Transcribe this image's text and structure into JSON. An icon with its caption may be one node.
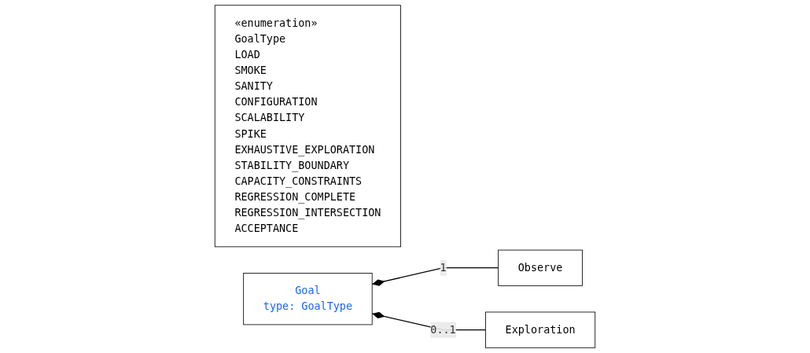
{
  "diagram": {
    "nodes": [
      {
        "text": [
          "«enumeration»",
          "GoalType",
          "LOAD",
          "SMOKE",
          "SANITY",
          "CONFIGURATION",
          "SCALABILITY",
          "SPIKE",
          "EXHAUSTIVE_EXPLORATION",
          "STABILITY_BOUNDARY",
          "CAPACITY_CONSTRAINTS",
          "REGRESSION_COMPLETE",
          "REGRESSION_INTERSECTION",
          "ACCEPTANCE"
        ]
      },
      {
        "text": [
          "Observe"
        ]
      },
      {
        "text": [
          "Goal",
          "type: GoalType"
        ]
      },
      {
        "text": [
          "Exploration"
        ]
      }
    ],
    "edges": [
      {
        "from": 2,
        "to": 1,
        "arrow": "other",
        "label": "1"
      },
      {
        "from": 2,
        "to": 3,
        "arrow": "other",
        "label": "0..1"
      }
    ]
  }
}
